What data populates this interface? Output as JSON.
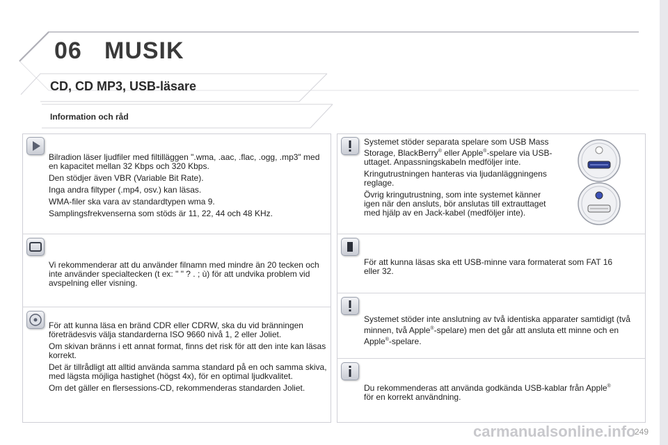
{
  "chapter": {
    "number": "06",
    "title": "MUSIK"
  },
  "section_title": "CD, CD MP3, USB-läsare",
  "sub_title": "Information och råd",
  "left_blocks": [
    {
      "icon": "play-triangle-icon",
      "paragraphs": [
        "Bilradion läser ljudfiler med filtilläggen \".wma, .aac, .flac, .ogg, .mp3\" med en kapacitet mellan 32 Kbps och 320 Kbps.",
        "Den stödjer även VBR (Variable Bit Rate).",
        "Inga andra filtyper (.mp4, osv.) kan läsas.",
        "WMA-filer ska vara av standardtypen wma 9.",
        "Samplingsfrekvenserna som stöds är 11, 22, 44 och 48 KHz."
      ]
    },
    {
      "icon": "screen-icon",
      "paragraphs": [
        "Vi rekommenderar att du använder filnamn med mindre än 20 tecken och inte använder specialtecken (t ex: \" \" ? . ; ù) för att undvika problem vid avspelning eller visning."
      ]
    },
    {
      "icon": "disc-icon",
      "paragraphs": [
        "För att kunna läsa en bränd CDR eller CDRW, ska du vid bränningen företrädesvis välja standarderna ISO 9660 nivå 1, 2 eller Joliet.",
        "Om skivan bränns i ett annat format, finns det risk för att den inte kan läsas korrekt.",
        "Det är tillrådligt att alltid använda samma standard på en och samma skiva, med lägsta möjliga hastighet (högst 4x), för en optimal ljudkvalitet.",
        "Om det gäller en flersessions-CD, rekommenderas standarden Joliet."
      ]
    }
  ],
  "right_blocks": [
    {
      "icon": "warning-icon",
      "paragraphs_html": [
        "Systemet stöder separata spelare som USB Mass Storage, BlackBerry",
        " eller Apple",
        "-spelare via USB-uttaget. Anpassningskabeln medföljer inte."
      ],
      "paragraphs": [
        "Kringutrustningen hanteras via ljudanläggningens reglage.",
        "Övrig kringutrustning, som inte systemet känner igen när den ansluts, bör anslutas till extrauttaget med hjälp av en Jack-kabel (medföljer inte)."
      ],
      "sup": "®"
    },
    {
      "icon": "usb-stick-icon",
      "paragraphs": [
        "För att kunna läsas ska ett USB-minne vara formaterat som FAT 16 eller 32."
      ]
    },
    {
      "icon": "warning-icon",
      "paragraphs_parts": [
        "Systemet stöder inte anslutning av två identiska apparater samtidigt (två minnen, två Apple",
        "-spelare) men det går att ansluta ett minne och en Apple",
        "-spelare."
      ],
      "sup": "®"
    },
    {
      "icon": "info-icon",
      "paragraphs_parts": [
        "Du rekommenderas att använda godkända USB-kablar från Apple",
        " för en korrekt användning."
      ],
      "sup": "®"
    }
  ],
  "page_number": "249",
  "watermark": "carmanualsonline.info"
}
